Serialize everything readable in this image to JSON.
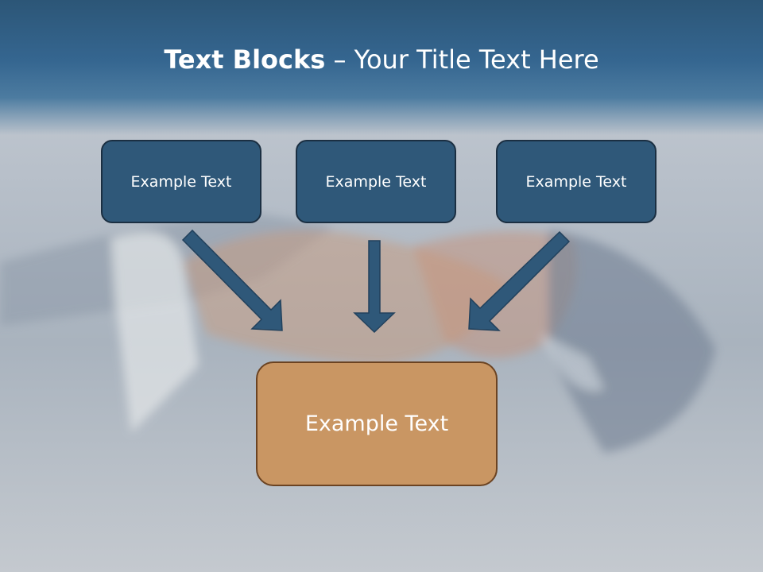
{
  "title": {
    "bold": "Text Blocks",
    "rest": " – Your Title Text Here"
  },
  "blocks": {
    "top": [
      "Example Text",
      "Example Text",
      "Example Text"
    ],
    "bottom": "Example Text"
  },
  "colors": {
    "header": "#2c5677",
    "top_box_fill": "#2f5879",
    "top_box_border": "#1b2f42",
    "bottom_box_fill": "#c99663",
    "bottom_box_border": "#6b4322",
    "arrow": "#2f5879"
  },
  "icons": [
    "arrow-down-right-icon",
    "arrow-down-icon",
    "arrow-down-left-icon"
  ]
}
